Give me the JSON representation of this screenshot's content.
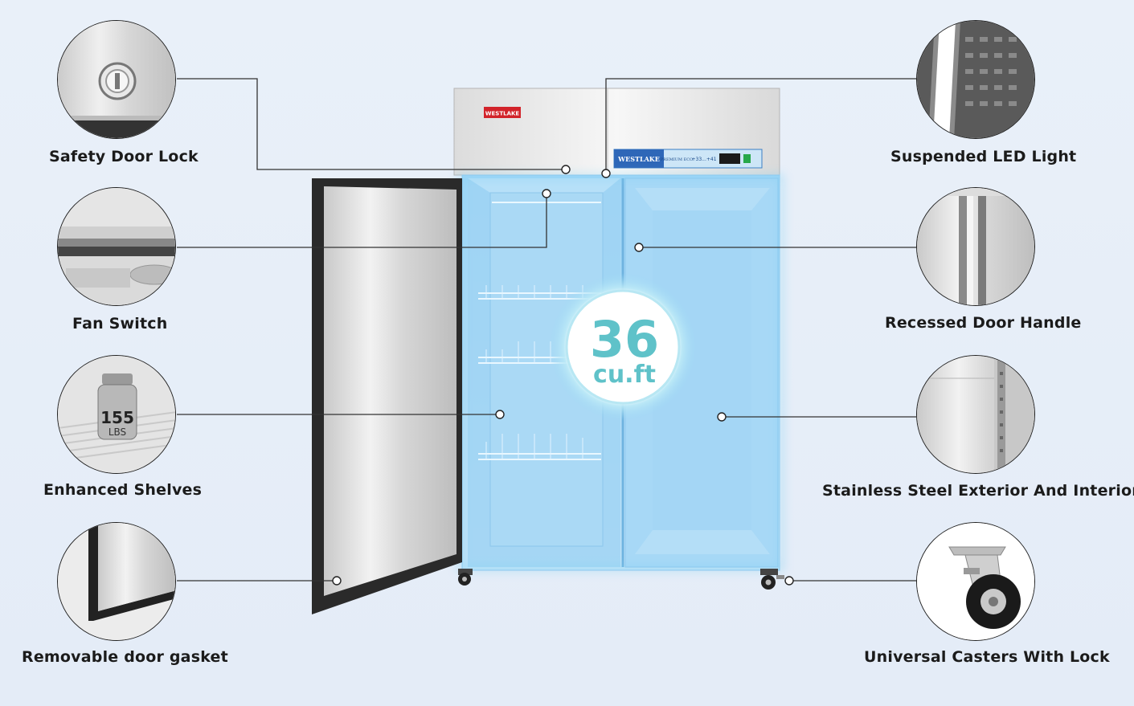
{
  "features": {
    "safety_door_lock": "Safety Door Lock",
    "fan_switch": "Fan Switch",
    "enhanced_shelves": "Enhanced Shelves",
    "removable_door_gasket": "Removable door gasket",
    "suspended_led_light": "Suspended LED Light",
    "recessed_door_handle": "Recessed Door Handle",
    "stainless_steel": "Stainless Steel Exterior And Interior",
    "universal_casters": "Universal Casters With Lock"
  },
  "capacity": {
    "number": "36",
    "unit": "cu.ft"
  },
  "weight_badge": {
    "number": "155",
    "unit": "LBS"
  },
  "brand": {
    "logo_text": "WESTLAKE",
    "panel_text": "WESTLAKE",
    "panel_sub": "PREMIUM ECO",
    "panel_temps": "+33...+41"
  },
  "colors": {
    "glow": "#7fd0f3",
    "interior_blue": "#a8d8f6",
    "capacity_text": "#5fc2c9"
  }
}
